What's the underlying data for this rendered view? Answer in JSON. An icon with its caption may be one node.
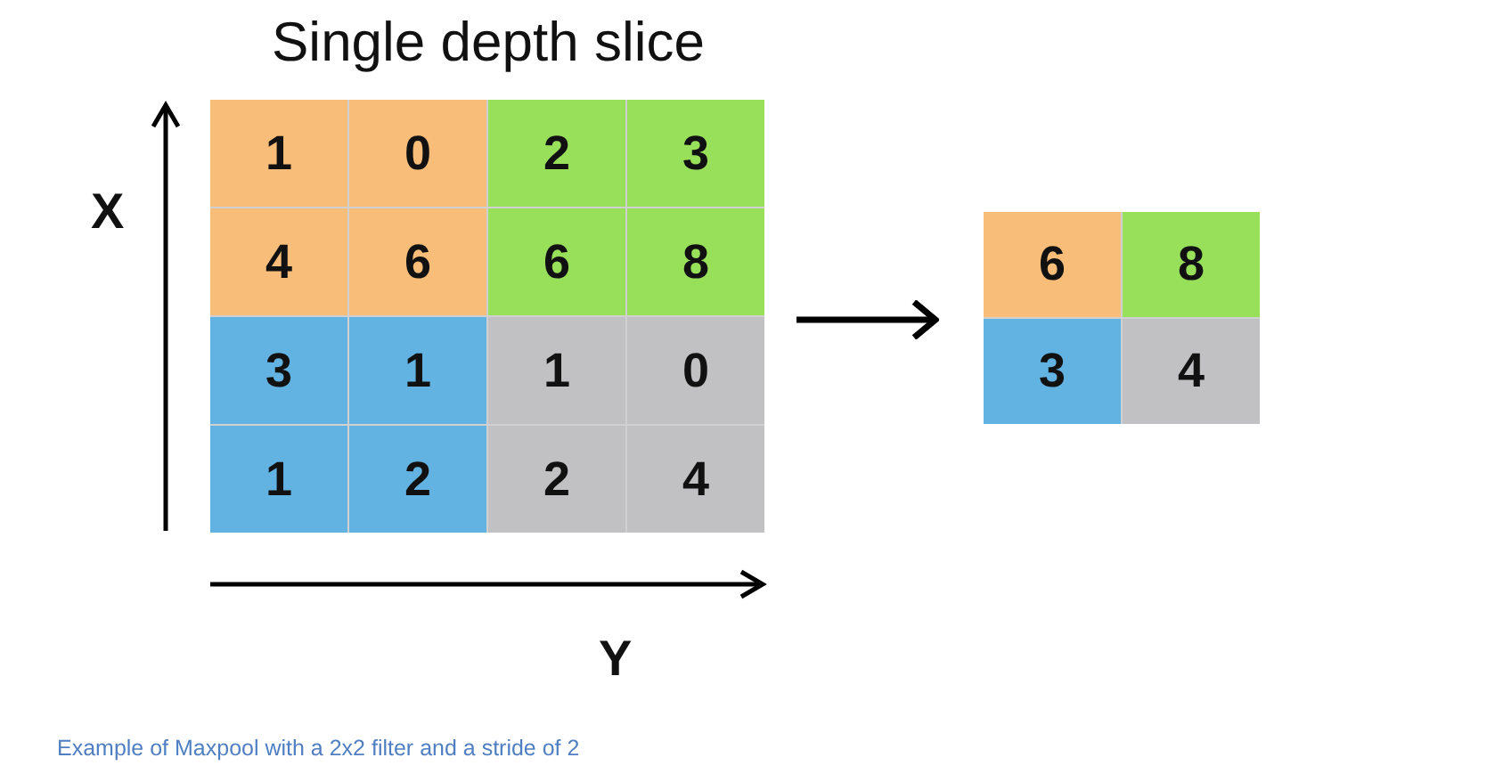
{
  "diagram": {
    "title": "Single depth slice",
    "nodes": [
      {
        "text": [],
        "shape": "box"
      },
      {
        "text": [
          "1"
        ],
        "in": 0
      },
      {
        "text": [
          "0"
        ],
        "in": 0
      },
      {
        "text": [
          "2"
        ],
        "in": 0
      },
      {
        "text": [
          "3"
        ],
        "in": 0
      },
      {
        "text": [
          "4"
        ],
        "in": 0
      },
      {
        "text": [
          "6"
        ],
        "in": 0
      },
      {
        "text": [
          "6"
        ],
        "in": 0
      },
      {
        "text": [
          "8"
        ],
        "in": 0
      },
      {
        "text": [
          "3"
        ],
        "in": 0
      },
      {
        "text": [
          "1"
        ],
        "in": 0
      },
      {
        "text": [
          "1"
        ],
        "in": 0
      },
      {
        "text": [
          "0"
        ],
        "in": 0
      },
      {
        "text": [
          "1"
        ],
        "in": 0
      },
      {
        "text": [
          "2"
        ],
        "in": 0
      },
      {
        "text": [
          "2"
        ],
        "in": 0
      },
      {
        "text": [
          "4"
        ],
        "in": 0
      },
      {
        "text": [],
        "shape": "box"
      },
      {
        "text": [
          "6"
        ],
        "in": 17
      },
      {
        "text": [
          "8"
        ],
        "in": 17
      },
      {
        "text": [
          "3"
        ],
        "in": 17
      },
      {
        "text": [
          "4"
        ],
        "in": 17
      }
    ],
    "edges": [
      {
        "from": 0,
        "to": 17,
        "arrow": "to"
      }
    ],
    "labels": [
      "X",
      "Y"
    ],
    "caption": "Example of Maxpool with a 2x2 filter and a stride of 2"
  }
}
